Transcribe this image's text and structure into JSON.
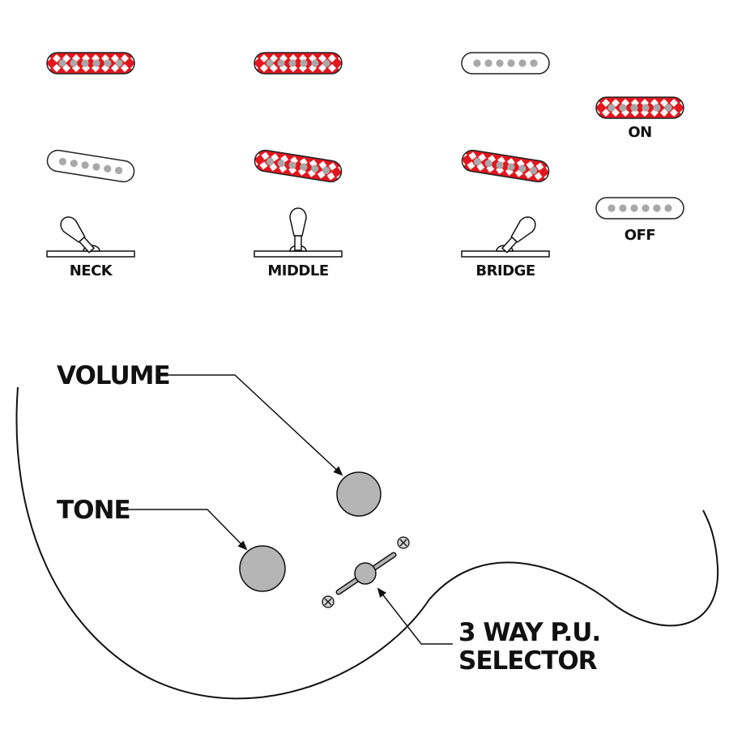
{
  "positions": [
    {
      "label": "NECK",
      "pickups": [
        "on",
        "off"
      ],
      "switch": "left"
    },
    {
      "label": "MIDDLE",
      "pickups": [
        "on",
        "on"
      ],
      "switch": "center"
    },
    {
      "label": "BRIDGE",
      "pickups": [
        "off",
        "on"
      ],
      "switch": "right"
    }
  ],
  "legend": {
    "on_label": "ON",
    "off_label": "OFF"
  },
  "controls": {
    "volume_label": "VOLUME",
    "tone_label": "TONE",
    "selector_label_line1": "3 WAY P.U.",
    "selector_label_line2": "SELECTOR"
  },
  "colors": {
    "pickup_on_fill": "#e3161e",
    "pickup_off_fill": "#ffffff",
    "pole_fill": "#a8a8a8",
    "knob_fill": "#b5b5b5",
    "line": "#111111"
  }
}
